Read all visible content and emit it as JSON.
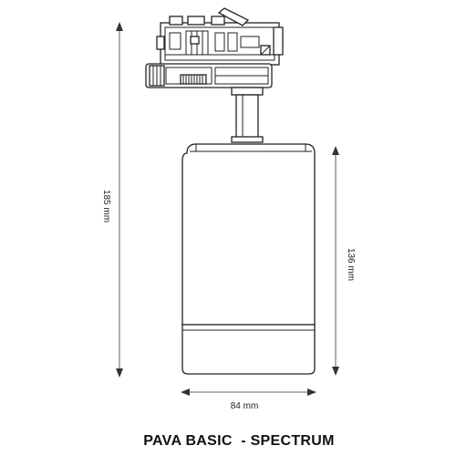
{
  "product_title": "PAVA BASIC  - SPECTRUM",
  "dimensions": {
    "height_total": "185 mm",
    "height_body": "136 mm",
    "width": "84 mm"
  }
}
